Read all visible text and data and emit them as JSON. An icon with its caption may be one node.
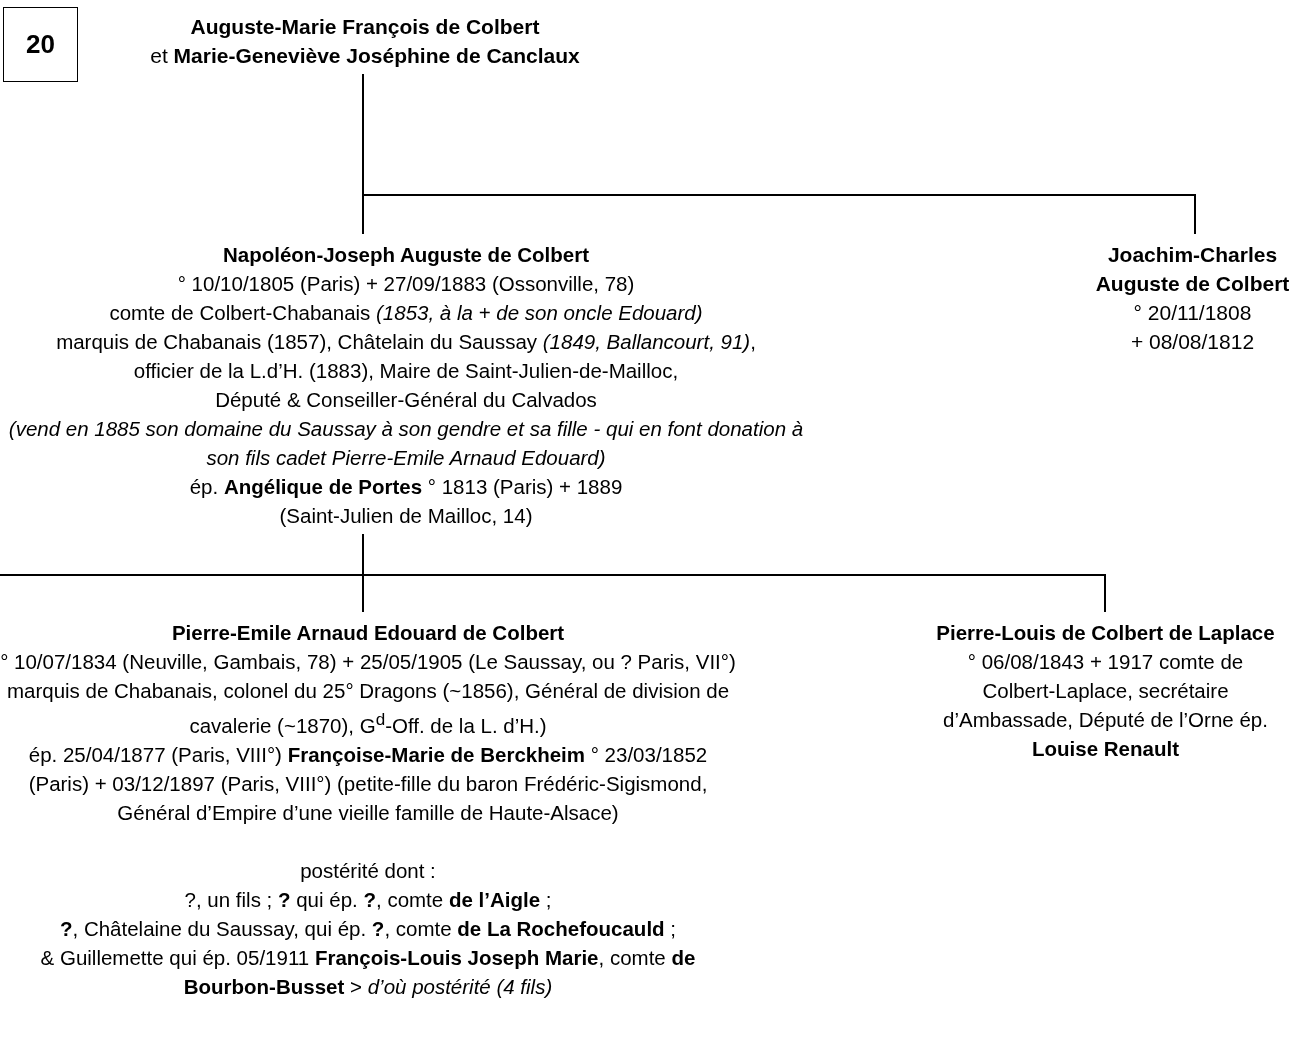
{
  "diagram": {
    "nodes": [
      {
        "text": [
          "20"
        ]
      },
      {
        "text": [
          "Auguste-Marie François de Colbert",
          "et **Marie-Geneviève Joséphine de Canclaux**"
        ]
      },
      {
        "text": [
          "Napoléon-Joseph Auguste de Colbert",
          "° 10/10/1805 (Paris) + 27/09/1883 (Ossonville, 78)",
          "comte de Colbert-Chabanais *(1853, à la + de son oncle Edouard)*",
          "marquis de Chabanais (1857), Châtelain du Saussay *(1849, Ballancourt, 91)*,",
          "officier de la L.d’H. (1883), Maire de Saint-Julien-de-Mailloc,",
          "Député & Conseiller-Général du Calvados",
          "*(vend en 1885 son domaine du Saussay à son gendre et sa fille - qui en font donation à son fils cadet Pierre-Emile Arnaud Edouard)*",
          "ép. **Angélique de Portes** ° 1813 (Paris) + 1889",
          "(Saint-Julien de Mailloc, 14)"
        ]
      },
      {
        "text": [
          "Joachim-Charles Auguste de Colbert",
          "° 20/11/1808",
          "+ 08/08/1812"
        ]
      },
      {
        "text": [
          "Pierre-Emile Arnaud Edouard de Colbert",
          "° 10/07/1834 (Neuville, Gambais, 78) + 25/05/1905 (Le Saussay, ou ?  Paris, VII°) marquis de Chabanais, colonel du 25° Dragons (~1856), Général de division de cavalerie (~1870), G$^{d}$-Off. de la L. d’H.)",
          "ép. 25/04/1877 (Paris, VIII°) **Françoise-Marie de Berckheim** ° 23/03/1852 (Paris) + 03/12/1897 (Paris, VIII°) (petite-fille du baron Frédéric-Sigismond, Général d’Empire d’une vieille famille de Haute-Alsace)",
          "postérité dont :",
          "?, un fils ; **?** qui ép. **?**, comte **de l’Aigle** ;",
          "**?**, Châtelaine du Saussay, qui ép. **?**, comte **de La Rochefoucauld** ;",
          "& Guillemette qui ép. 05/1911 **François-Louis Joseph Marie**, comte **de Bourbon-Busset** > *d’où postérité (4 fils)*"
        ]
      },
      {
        "text": [
          "Pierre-Louis de Colbert de Laplace",
          "° 06/08/1843 + 1917 comte de Colbert-Laplace, secrétaire d’Ambassade, Député de l’Orne ép. **Louise Renault**"
        ]
      }
    ],
    "edges": [
      {
        "from": 1,
        "to": 2,
        "arrow": "none"
      },
      {
        "from": 1,
        "to": 3,
        "arrow": "none"
      },
      {
        "from": 2,
        "to": 4,
        "arrow": "none"
      },
      {
        "from": 2,
        "to": 5,
        "arrow": "none"
      },
      {
        "from": 2,
        "to": null,
        "arrow": "none"
      }
    ]
  }
}
